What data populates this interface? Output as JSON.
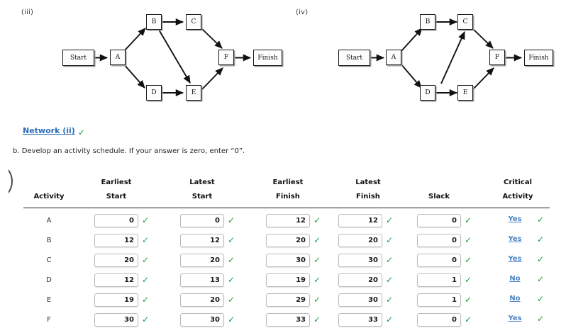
{
  "networks": [
    {
      "label": "(iii)",
      "nodes": [
        {
          "id": "start",
          "text": "Start"
        },
        {
          "id": "A",
          "text": "A"
        },
        {
          "id": "B",
          "text": "B"
        },
        {
          "id": "C",
          "text": "C"
        },
        {
          "id": "D",
          "text": "D"
        },
        {
          "id": "E",
          "text": "E"
        },
        {
          "id": "F",
          "text": "F"
        },
        {
          "id": "finish",
          "text": "Finish"
        }
      ],
      "edges": [
        "Start->A",
        "A->B",
        "A->D",
        "B->C",
        "B->E",
        "C->F",
        "D->E",
        "E->F",
        "F->Finish"
      ]
    },
    {
      "label": "(iv)",
      "nodes": [
        {
          "id": "start",
          "text": "Start"
        },
        {
          "id": "A",
          "text": "A"
        },
        {
          "id": "B",
          "text": "B"
        },
        {
          "id": "C",
          "text": "C"
        },
        {
          "id": "D",
          "text": "D"
        },
        {
          "id": "E",
          "text": "E"
        },
        {
          "id": "F",
          "text": "F"
        },
        {
          "id": "finish",
          "text": "Finish"
        }
      ],
      "edges": [
        "Start->A",
        "A->B",
        "A->D",
        "B->C",
        "D->C",
        "D->E",
        "C->F",
        "E->F",
        "F->Finish"
      ]
    }
  ],
  "network_link": {
    "label": "Network (ii)",
    "check": "✓"
  },
  "question": {
    "text": "b. Develop an activity schedule. If your answer is zero, enter “0”."
  },
  "table": {
    "headers": [
      {
        "top": "",
        "bottom": "Activity"
      },
      {
        "top": "Earliest",
        "bottom": "Start"
      },
      {
        "top": "Latest",
        "bottom": "Start"
      },
      {
        "top": "Earliest",
        "bottom": "Finish"
      },
      {
        "top": "Latest",
        "bottom": "Finish"
      },
      {
        "top": "",
        "bottom": "Slack"
      },
      {
        "top": "Critical",
        "bottom": "Activity"
      }
    ],
    "check_mark": "✓",
    "rows": [
      {
        "activity": "A",
        "earliest_start": "0",
        "latest_start": "0",
        "earliest_finish": "12",
        "latest_finish": "12",
        "slack": "0",
        "critical": "Yes"
      },
      {
        "activity": "B",
        "earliest_start": "12",
        "latest_start": "12",
        "earliest_finish": "20",
        "latest_finish": "20",
        "slack": "0",
        "critical": "Yes"
      },
      {
        "activity": "C",
        "earliest_start": "20",
        "latest_start": "20",
        "earliest_finish": "30",
        "latest_finish": "30",
        "slack": "0",
        "critical": "Yes"
      },
      {
        "activity": "D",
        "activity_note": "",
        "earliest_start": "12",
        "latest_start": "13",
        "earliest_finish": "19",
        "latest_finish": "20",
        "slack": "1",
        "critical": "No"
      },
      {
        "activity": "E",
        "earliest_start": "19",
        "latest_start": "20",
        "earliest_finish": "29",
        "latest_finish": "30",
        "slack": "1",
        "critical": "No"
      },
      {
        "activity": "F",
        "earliest_start": "30",
        "latest_start": "30",
        "earliest_finish": "33",
        "latest_finish": "33",
        "slack": "0",
        "critical": "Yes"
      }
    ]
  },
  "colors": {
    "link_blue": "#2a6ebb",
    "critical_blue": "#4a84c4",
    "check_green": "#1f9e3e",
    "text": "#231f20"
  }
}
